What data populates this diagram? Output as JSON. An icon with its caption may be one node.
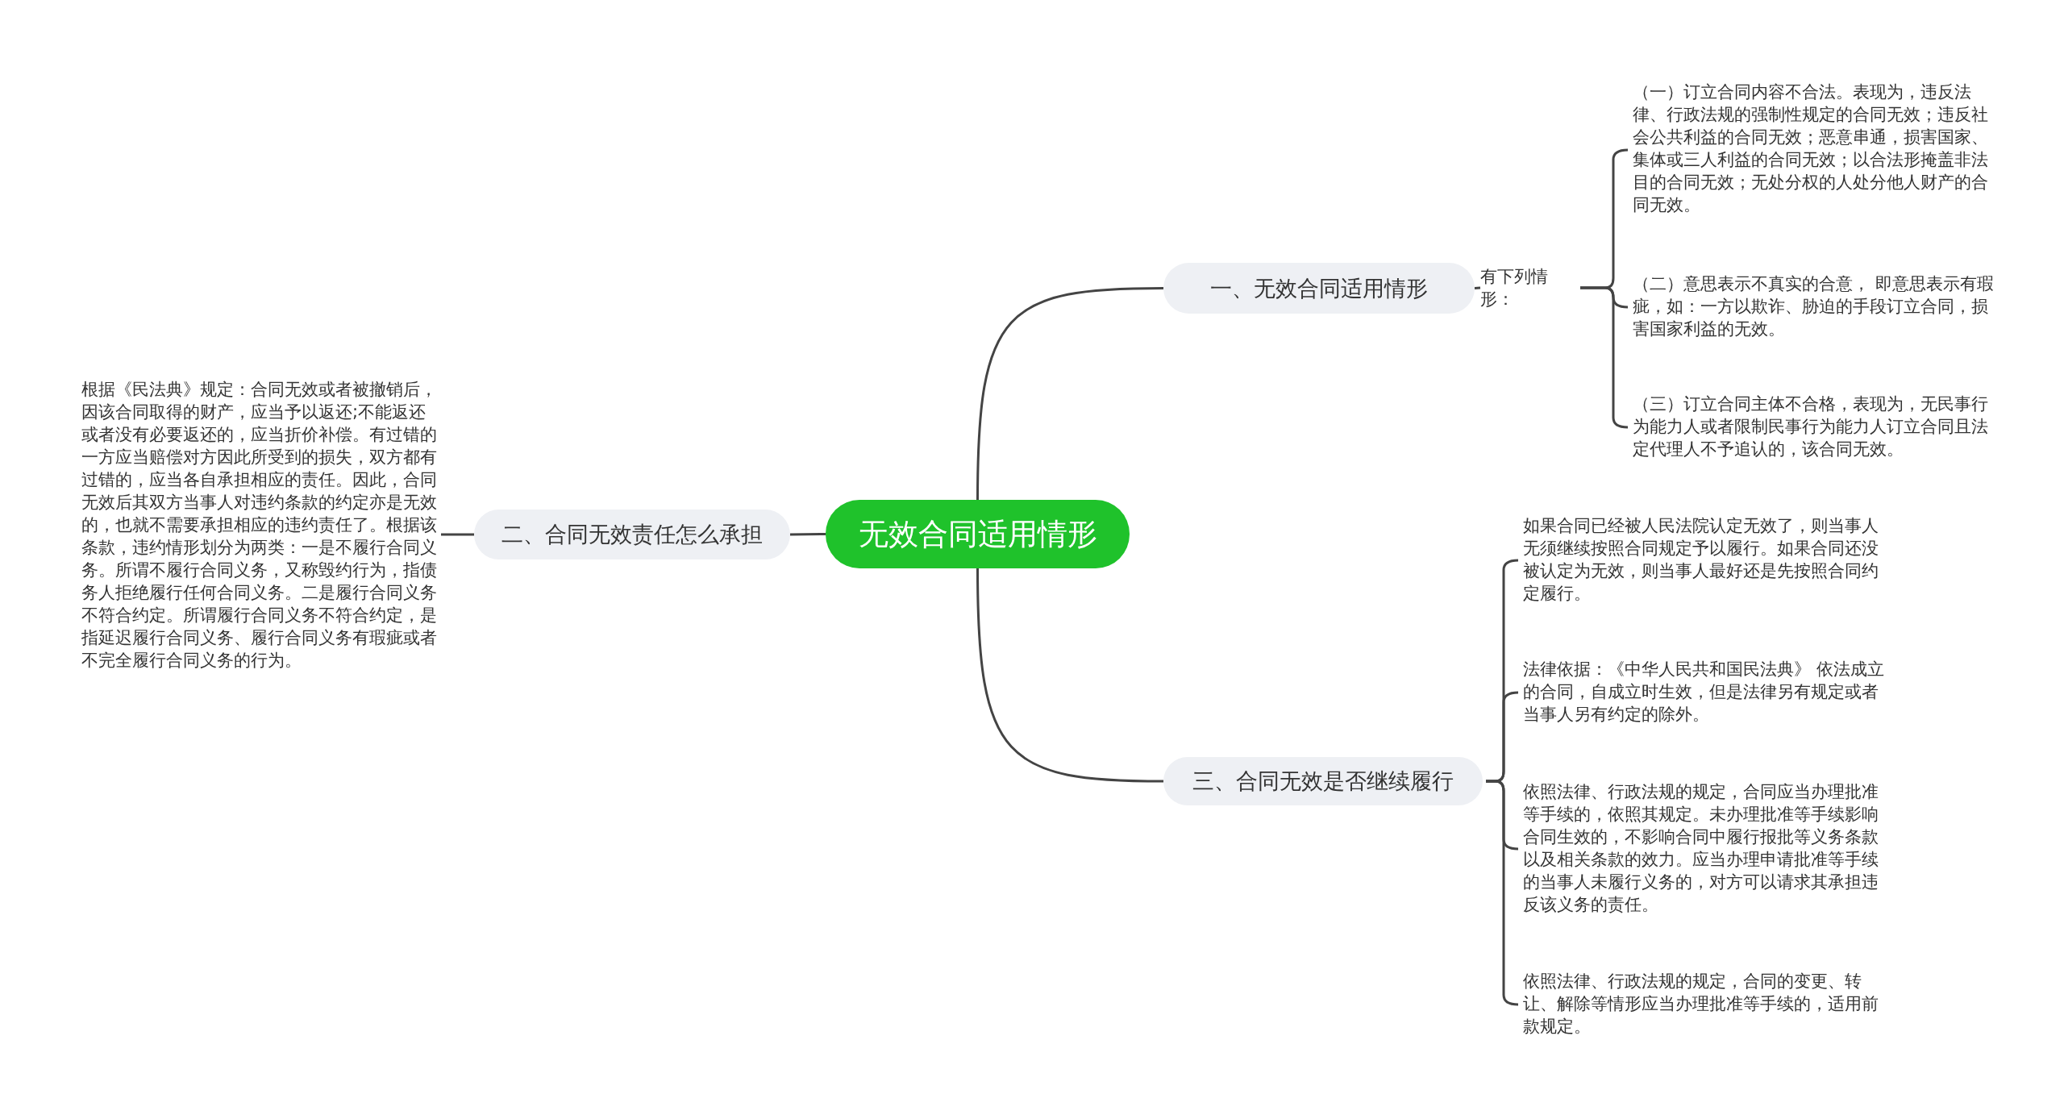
{
  "diagram": {
    "nodes": [
      {
        "text": [
          "无效合同适用情形"
        ]
      },
      {
        "text": [
          "一、无效合同适用情形"
        ]
      },
      {
        "text": [
          "有下列情形："
        ]
      },
      {
        "text": [
          "（一）订立合同内容不合法。表现为，违反法律、行政法规的强制性规定的合同无效；违反社会公共利益的合同无效；恶意串通，损害国家、集体或三人利益的合同无效；以合法形掩盖非法目的合同无效；无处分权的人处分他人财产的合同无效。"
        ]
      },
      {
        "text": [
          "（二）意思表示不真实的合意， 即意思表示有瑕疵，如：一方以欺诈、胁迫的手段订立合同，损害国家利益的无效。"
        ]
      },
      {
        "text": [
          "（三）订立合同主体不合格，表现为，无民事行为能力人或者限制民事行为能力人订立合同且法定代理人不予追认的，该合同无效。"
        ]
      },
      {
        "text": [
          "二、合同无效责任怎么承担"
        ]
      },
      {
        "text": [
          "根据《民法典》规定：合同无效或者被撤销后，因该合同取得的财产，应当予以返还;不能返还或者没有必要返还的，应当折价补偿。有过错的一方应当赔偿对方因此所受到的损失，双方都有过错的，应当各自承担相应的责任。因此，合同无效后其双方当事人对违约条款的约定亦是无效的，也就不需要承担相应的违约责任了。根据该条款，违约情形划分为两类：一是不履行合同义务。所谓不履行合同义务，又称毁约行为，指债务人拒绝履行任何合同义务。二是履行合同义务不符合约定。所谓履行合同义务不符合约定，是指延迟履行合同义务、履行合同义务有瑕疵或者不完全履行合同义务的行为。"
        ]
      },
      {
        "text": [
          "三、合同无效是否继续履行"
        ]
      },
      {
        "text": [
          "如果合同已经被人民法院认定无效了，则当事人无须继续按照合同规定予以履行。如果合同还没被认定为无效，则当事人最好还是先按照合同约定履行。"
        ]
      },
      {
        "text": [
          "法律依据：《中华人民共和国民法典》 依法成立的合同，自成立时生效，但是法律另有规定或者当事人另有约定的除外。"
        ]
      },
      {
        "text": [
          "依照法律、行政法规的规定，合同应当办理批准等手续的，依照其规定。未办理批准等手续影响合同生效的，不影响合同中履行报批等义务条款以及相关条款的效力。应当办理申请批准等手续的当事人未履行义务的，对方可以请求其承担违反该义务的责任。"
        ]
      },
      {
        "text": [
          "依照法律、行政法规的规定，合同的变更、转让、解除等情形应当办理批准等手续的，适用前款规定。"
        ]
      }
    ],
    "edges": [
      {
        "from": 0,
        "to": 1,
        "arrow": "none"
      },
      {
        "from": 0,
        "to": 6,
        "arrow": "none"
      },
      {
        "from": 0,
        "to": 8,
        "arrow": "none"
      },
      {
        "from": 1,
        "to": 2,
        "arrow": "none"
      },
      {
        "from": 2,
        "to": 3,
        "arrow": "none"
      },
      {
        "from": 2,
        "to": 4,
        "arrow": "none"
      },
      {
        "from": 2,
        "to": 5,
        "arrow": "none"
      },
      {
        "from": 6,
        "to": 7,
        "arrow": "none"
      },
      {
        "from": 8,
        "to": 9,
        "arrow": "none"
      },
      {
        "from": 8,
        "to": 10,
        "arrow": "none"
      },
      {
        "from": 8,
        "to": 11,
        "arrow": "none"
      },
      {
        "from": 8,
        "to": 12,
        "arrow": "none"
      }
    ]
  }
}
